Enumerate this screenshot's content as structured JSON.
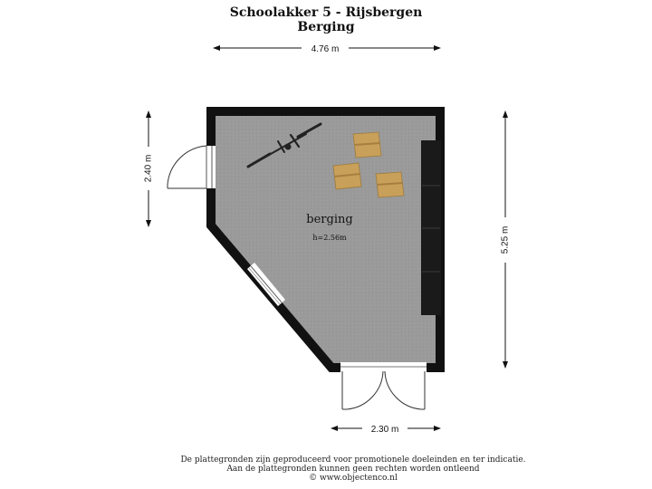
{
  "header": {
    "address": "Schoolakker 5 - Rijsbergen",
    "floor": "Berging"
  },
  "dimensions": {
    "top_width": "4.76 m",
    "left_height": "2.40 m",
    "right_height": "5.25 m",
    "bottom_width": "2.30 m"
  },
  "room": {
    "name": "berging",
    "height": "h=2.56m"
  },
  "footer": {
    "line1": "De plattegronden zijn geproduceerd voor promotionele doeleinden en ter indicatie.",
    "line2": "Aan de plattegronden kunnen geen rechten worden ontleend",
    "line3": "© www.objectenco.nl"
  },
  "colors": {
    "wall": "#111111",
    "floor": "#9a9a9a",
    "box": "#c9a05a",
    "cabinet": "#1a1a1a"
  }
}
